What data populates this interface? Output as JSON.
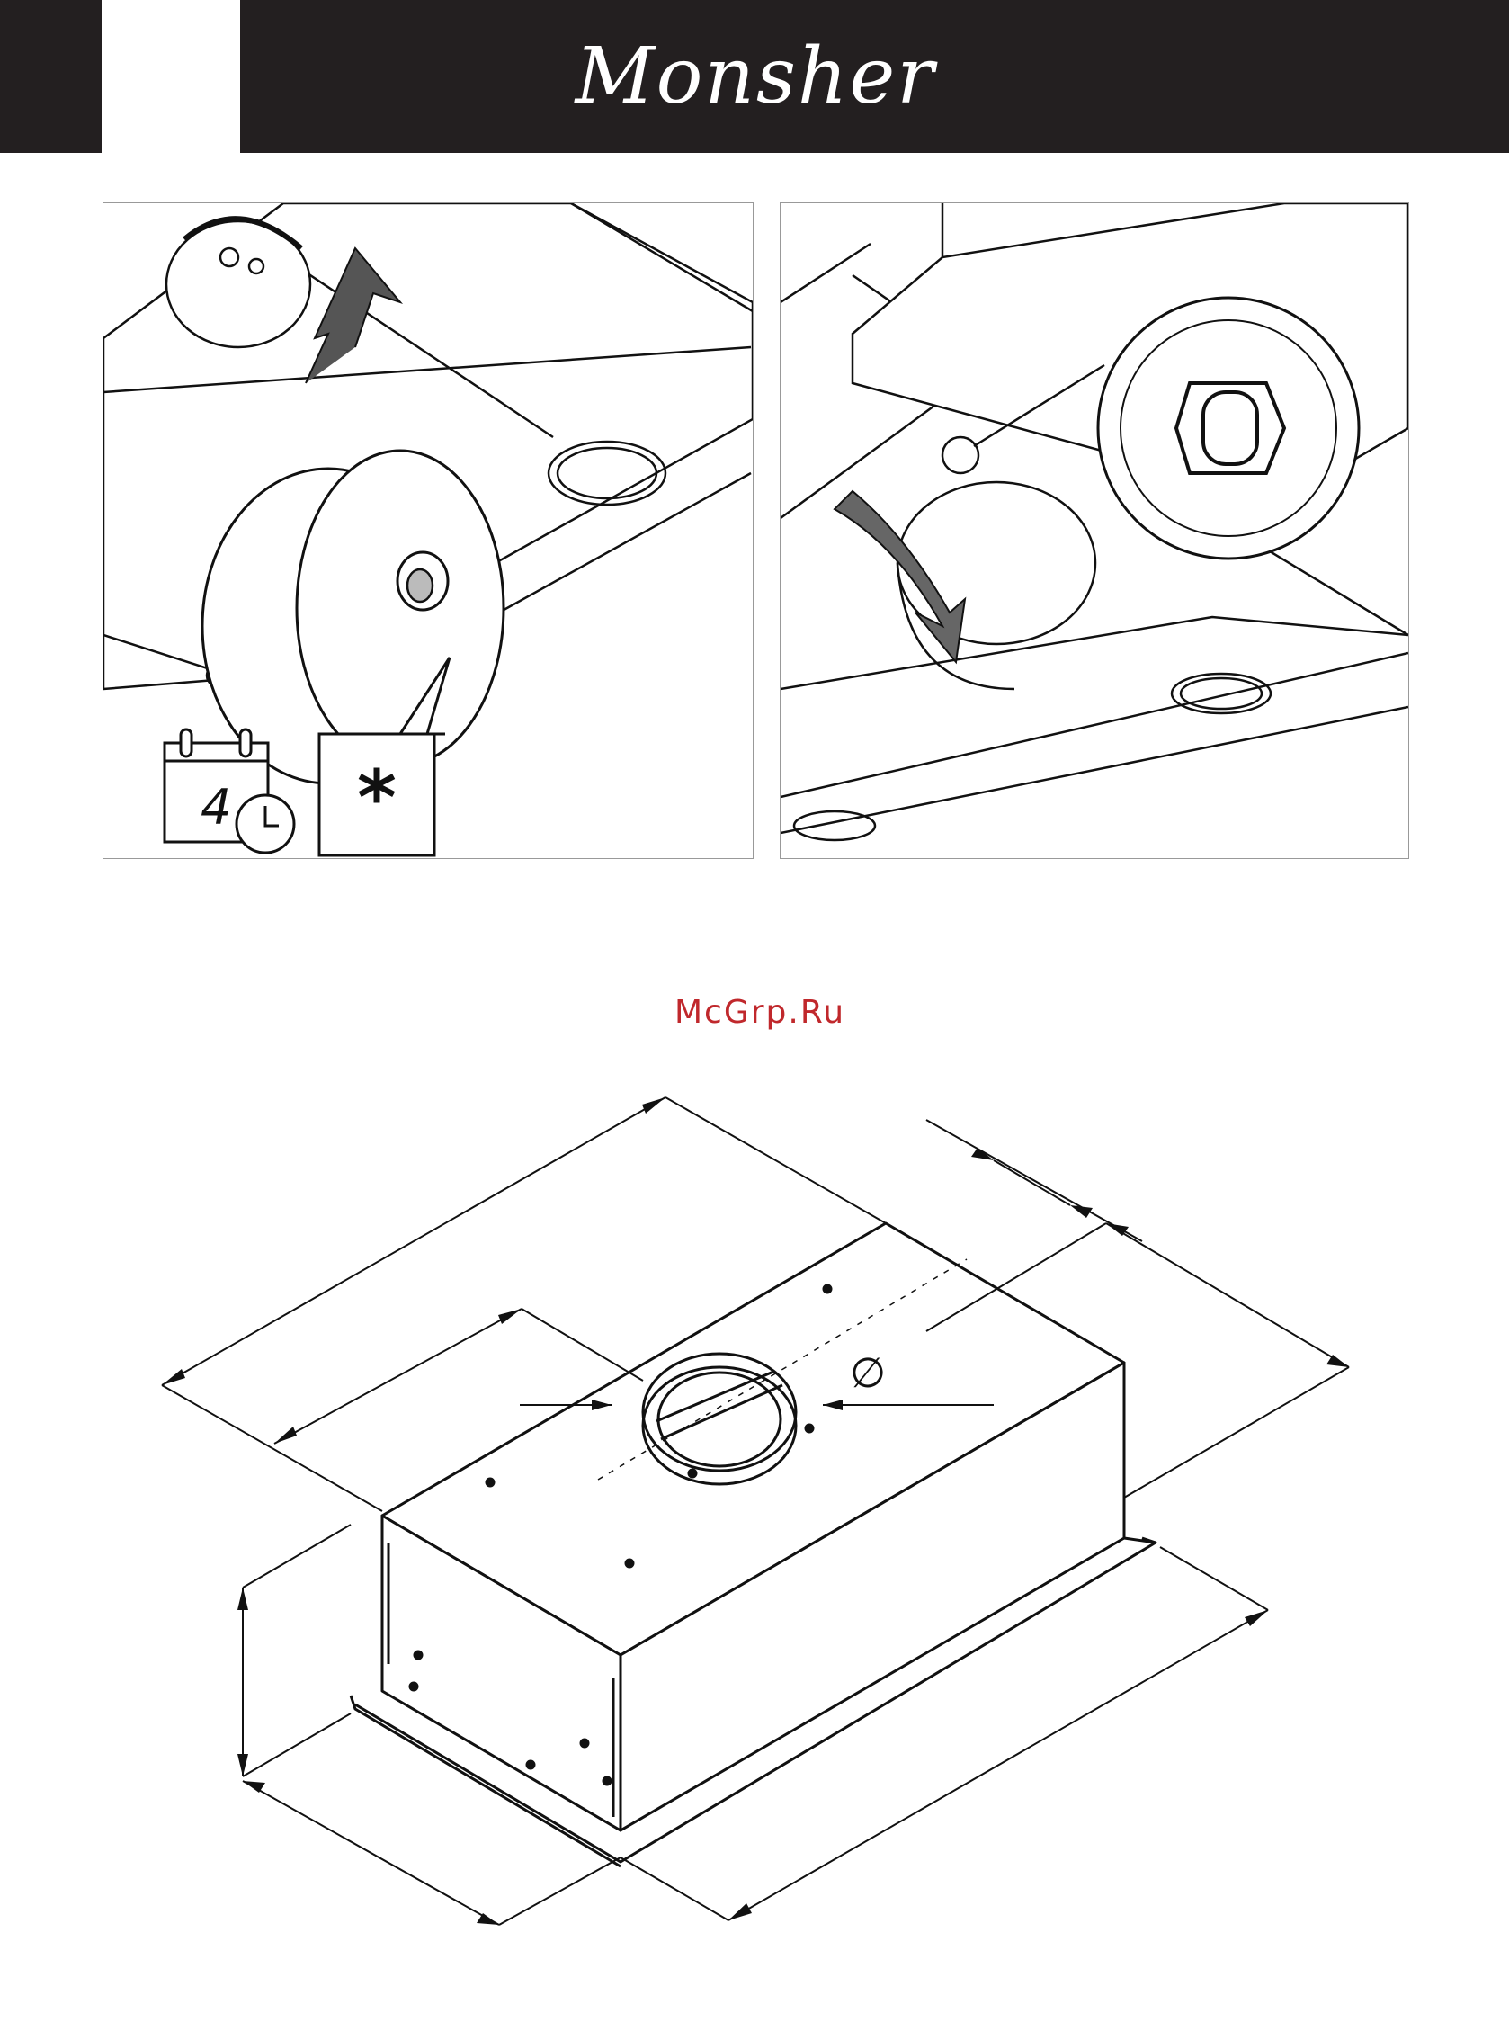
{
  "header": {
    "brand_logo": "Monsher"
  },
  "panel_left": {
    "schedule_digit": "4",
    "marker_symbol": "*"
  },
  "watermark": {
    "text": "McGrp.Ru"
  },
  "dimension_drawing": {
    "diameter_symbol": "∅"
  }
}
